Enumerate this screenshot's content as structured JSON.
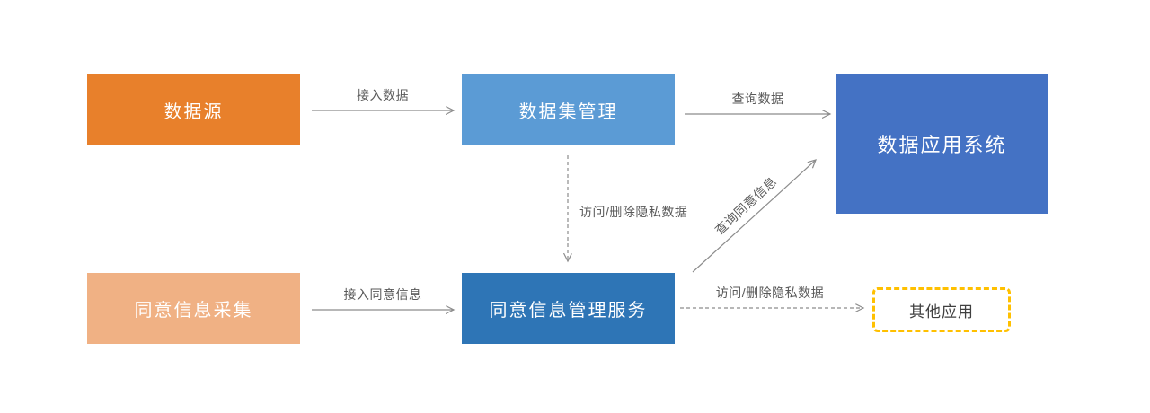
{
  "diagram": {
    "type": "flowchart",
    "background": "#FFFFFF",
    "nodes": [
      {
        "id": "data-source",
        "label": "数据源",
        "fill": "#E8802B",
        "text_color": "#FFFFFF",
        "shape": "rect"
      },
      {
        "id": "dataset-management",
        "label": "数据集管理",
        "fill": "#5B9BD5",
        "text_color": "#FFFFFF",
        "shape": "rect"
      },
      {
        "id": "data-application-system",
        "label": "数据应用系统",
        "fill": "#4472C4",
        "text_color": "#FFFFFF",
        "shape": "rect"
      },
      {
        "id": "consent-info-collection",
        "label": "同意信息采集",
        "fill": "#F0B184",
        "text_color": "#FFFFFF",
        "shape": "rect"
      },
      {
        "id": "consent-management-service",
        "label": "同意信息管理服务",
        "fill": "#2E75B6",
        "text_color": "#FFFFFF",
        "shape": "rect"
      },
      {
        "id": "other-applications",
        "label": "其他应用",
        "fill": "#FFFFFF",
        "text_color": "#404040",
        "shape": "rect-dashed",
        "border_color": "#FFC000"
      }
    ],
    "edges": [
      {
        "from": "data-source",
        "to": "dataset-management",
        "label": "接入数据",
        "style": "solid"
      },
      {
        "from": "dataset-management",
        "to": "data-application-system",
        "label": "查询数据",
        "style": "solid"
      },
      {
        "from": "dataset-management",
        "to": "consent-management-service",
        "label": "访问/删除隐私数据",
        "style": "dashed"
      },
      {
        "from": "consent-info-collection",
        "to": "consent-management-service",
        "label": "接入同意信息",
        "style": "solid"
      },
      {
        "from": "consent-management-service",
        "to": "data-application-system",
        "label": "查询同意信息",
        "style": "solid",
        "rotated": true
      },
      {
        "from": "consent-management-service",
        "to": "other-applications",
        "label": "访问/删除隐私数据",
        "style": "dashed"
      }
    ],
    "colors": {
      "arrow": "#8C8C8C",
      "edge_label_text": "#595959",
      "dashed_box_border": "#FFC000"
    }
  }
}
